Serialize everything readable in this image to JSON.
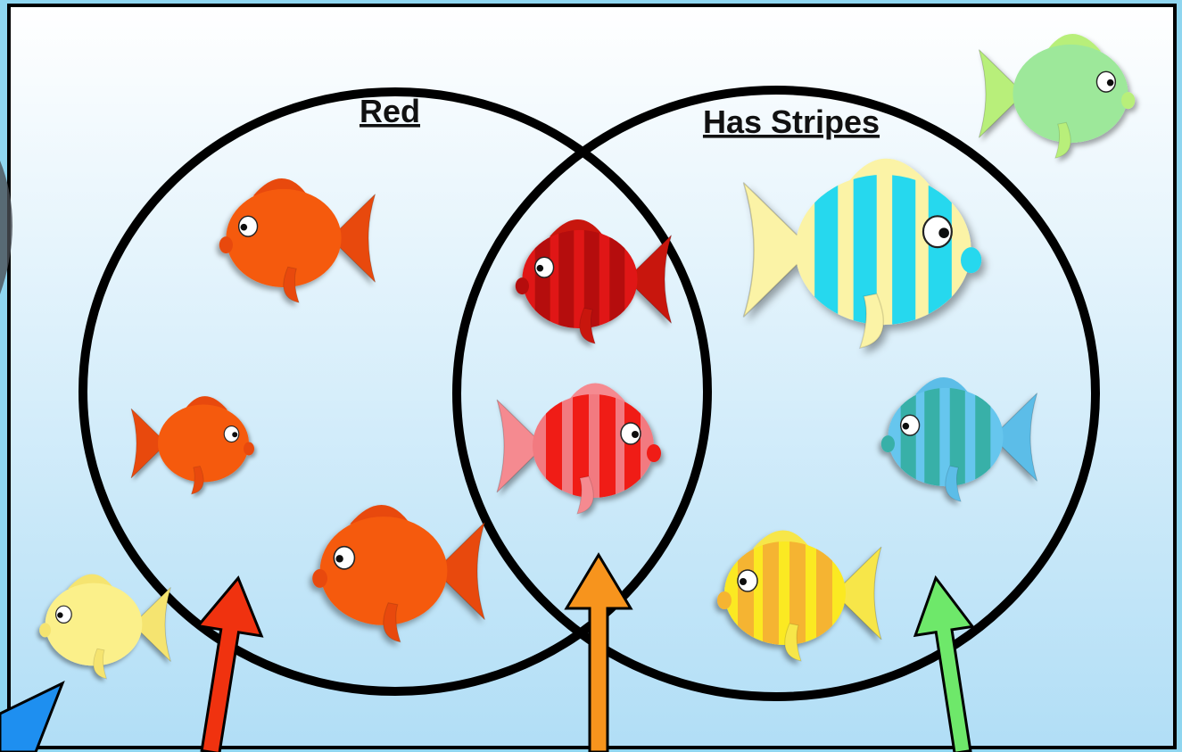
{
  "venn": {
    "sets": [
      {
        "label": "Red"
      },
      {
        "label": "Has Stripes"
      }
    ]
  },
  "fish": [
    {
      "region": "outside",
      "color": "light green",
      "striped": false
    },
    {
      "region": "outside",
      "color": "yellow",
      "striped": false
    },
    {
      "region": "red-only",
      "color": "orange-red",
      "striped": false
    },
    {
      "region": "red-only",
      "color": "orange-red",
      "striped": false
    },
    {
      "region": "red-only",
      "color": "orange-red",
      "striped": false
    },
    {
      "region": "both",
      "color": "red",
      "striped": true
    },
    {
      "region": "both",
      "color": "red/pink",
      "striped": true
    },
    {
      "region": "stripes-only",
      "color": "cyan/yellow",
      "striped": true
    },
    {
      "region": "stripes-only",
      "color": "blue/teal",
      "striped": true
    },
    {
      "region": "stripes-only",
      "color": "yellow/orange",
      "striped": true
    }
  ],
  "arrows": [
    {
      "target": "outside",
      "color": "#1e8ff0"
    },
    {
      "target": "red-only",
      "color": "#f0320f"
    },
    {
      "target": "both",
      "color": "#f7941d"
    },
    {
      "target": "stripes-only",
      "color": "#6ee86a"
    }
  ],
  "colors": {
    "background_top": "#ffffff",
    "background_bottom": "#b1def6",
    "circle_stroke": "#000000"
  }
}
